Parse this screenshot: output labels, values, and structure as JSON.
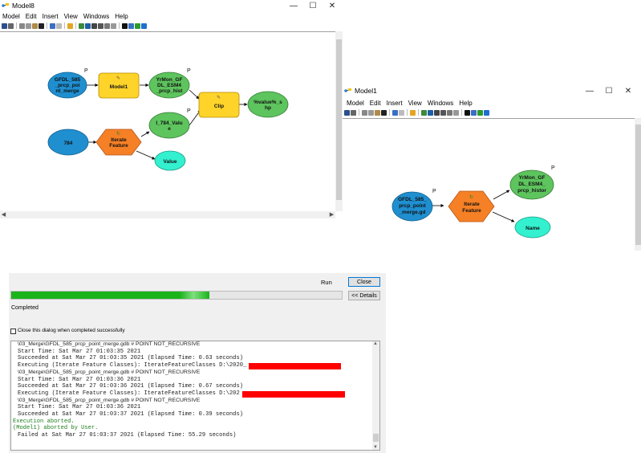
{
  "model8": {
    "title": "Model8",
    "window_buttons": [
      "—",
      "☐",
      "✕"
    ],
    "menu": [
      "Model",
      "Edit",
      "Insert",
      "View",
      "Windows",
      "Help"
    ],
    "nodes": {
      "gfdl_input": [
        "GFDL_585",
        "_prcp_poi",
        "nt_merge"
      ],
      "model1": "Model1",
      "yrmon": [
        "YrMon_GF",
        "DL_ESM4",
        "_prcp_hist"
      ],
      "clip": "Clip",
      "value_out": [
        "%value%_s",
        "hp"
      ],
      "n784": "784",
      "iterate": [
        "Iterate",
        "Feature"
      ],
      "l784": [
        "I_784_Valu",
        "e"
      ],
      "value": "Value"
    },
    "p_marker": "P"
  },
  "model1": {
    "title": "Model1",
    "window_buttons": [
      "—",
      "☐",
      "✕"
    ],
    "menu": [
      "Model",
      "Edit",
      "Insert",
      "View",
      "Windows",
      "Help"
    ],
    "nodes": {
      "gfdl_input": [
        "GFDL_585_",
        "prcp_point",
        "_merge.gd"
      ],
      "iterate": [
        "Iterate",
        "Feature"
      ],
      "yrmon": [
        "YrMon_GF",
        "DL_ESM4_",
        "prcp_histor"
      ],
      "name": "Name"
    },
    "p_marker": "P"
  },
  "progress": {
    "run_label": "Run",
    "close_label": "Close",
    "details_label": "<< Details",
    "status": "Completed",
    "checkbox_label": "Close this dialog when completed successfully",
    "progress_fraction": 0.6,
    "log": [
      {
        "text": "\\03_Merge\\GFDL_585_prcp_point_merge.gdb # POINT NOT_RECURSIVE",
        "style": "small"
      },
      {
        "text": "Start Time: Sat Mar 27 01:03:35 2021",
        "style": "mono"
      },
      {
        "text": "Succeeded at Sat Mar 27 01:03:35 2021 (Elapsed Time: 0.63 seconds)",
        "style": "mono"
      },
      {
        "text": "Executing (Iterate Feature Classes): IterateFeatureClasses D:\\2020_",
        "style": "mono",
        "redacted": true
      },
      {
        "text": "\\03_Merge\\GFDL_585_prcp_point_merge.gdb # POINT NOT_RECURSIVE",
        "style": "small"
      },
      {
        "text": "Start Time: Sat Mar 27 01:03:36 2021",
        "style": "mono"
      },
      {
        "text": "Succeeded at Sat Mar 27 01:03:36 2021 (Elapsed Time: 0.67 seconds)",
        "style": "mono"
      },
      {
        "text": "Executing (Iterate Feature Classes): IterateFeatureClasses D:\\202",
        "style": "mono",
        "redacted": true
      },
      {
        "text": "\\03_Merge\\GFDL_585_prcp_point_merge.gdb # POINT NOT_RECURSIVE",
        "style": "small"
      },
      {
        "text": "Start Time: Sat Mar 27 01:03:36 2021",
        "style": "mono"
      },
      {
        "text": "Succeeded at Sat Mar 27 01:03:37 2021 (Elapsed Time: 0.39 seconds)",
        "style": "mono"
      },
      {
        "text": "Execution aborted.",
        "style": "green"
      },
      {
        "text": "(Model1) aborted by User.",
        "style": "green"
      },
      {
        "text": "Failed at Sat Mar 27 01:03:37 2021 (Elapsed Time: 55.29 seconds)",
        "style": "mono"
      }
    ]
  },
  "colors": {
    "input_blue": "#1f8fd0",
    "tool_yellow": "#ffd42a",
    "output_green": "#5ec45e",
    "iterator_orange": "#f58025",
    "value_cyan": "#33f0cf",
    "progress_green": "#1ab31a",
    "redaction": "#ff0000"
  }
}
